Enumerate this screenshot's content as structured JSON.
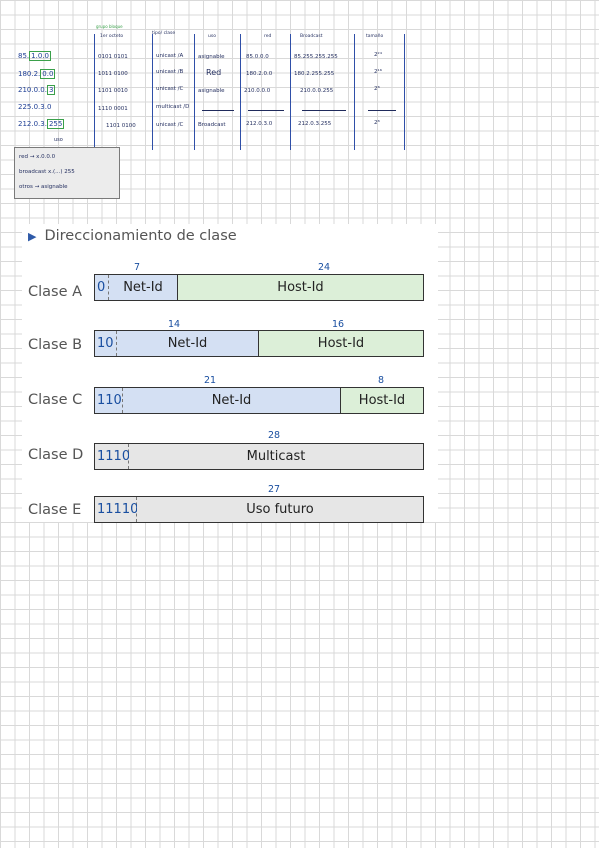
{
  "notes_table": {
    "headers": [
      "grupo  bloque",
      "1er octeto",
      "tipo/ clase",
      "uso",
      "red",
      "Broadcast",
      "tamaño"
    ],
    "ips": [
      {
        "pre": "85.",
        "box": "1.0.0"
      },
      {
        "pre": "180.2.",
        "box": "0.0"
      },
      {
        "pre": "210.0.0.",
        "box": "3"
      },
      {
        "pre": "225.0.3.0",
        "box": ""
      },
      {
        "pre": "212.0.3.",
        "box": "255"
      }
    ],
    "rows": [
      [
        "0101 0101",
        "unicast /A",
        "asignable",
        "85.0.0.0",
        "85.255.255.255",
        "2²⁴"
      ],
      [
        "1011 0100",
        "unicast /B",
        "Red",
        "180.2.0.0",
        "180.2.255.255",
        "2¹⁶"
      ],
      [
        "1101 0010",
        "unicast /C",
        "asignable",
        "210.0.0.0",
        "210.0.0.255",
        "2⁸"
      ],
      [
        "1110 0001",
        "multicast /D",
        "",
        "",
        "",
        ""
      ],
      [
        "1101 0100",
        "unicast /C",
        "Broadcast",
        "212.0.3.0",
        "212.0.3.255",
        "2⁸"
      ]
    ],
    "uso_label": "uso"
  },
  "note_box": {
    "lines": [
      "red → x.0.0.0",
      "broadcast x.(...) 255",
      "otros → asignable"
    ]
  },
  "figure": {
    "title": "Direccionamiento de clase",
    "classes": [
      {
        "label": "Clase A",
        "prefix": "0",
        "net_bits": "7",
        "host_bits": "24",
        "net": "Net-Id",
        "host": "Host-Id"
      },
      {
        "label": "Clase B",
        "prefix": "10",
        "net_bits": "14",
        "host_bits": "16",
        "net": "Net-Id",
        "host": "Host-Id"
      },
      {
        "label": "Clase C",
        "prefix": "110",
        "net_bits": "21",
        "host_bits": "8",
        "net": "Net-Id",
        "host": "Host-Id"
      },
      {
        "label": "Clase D",
        "prefix": "1110",
        "bits": "28",
        "field": "Multicast"
      },
      {
        "label": "Clase E",
        "prefix": "11110",
        "bits": "27",
        "field": "Uso futuro"
      }
    ]
  }
}
